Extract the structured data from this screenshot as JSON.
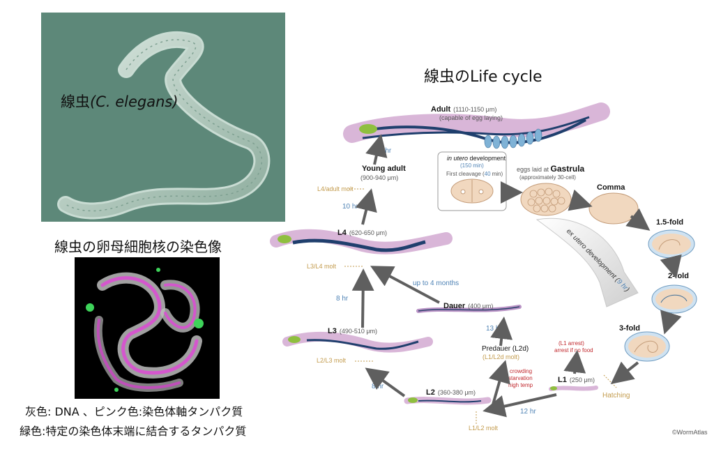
{
  "photo": {
    "caption_main": "線虫",
    "caption_italic": "(C. elegans)"
  },
  "stain": {
    "title": "線虫の卵母細胞核の染色像",
    "legend_line1": "灰色: DNA 、ピンク色:染色体軸タンパク質",
    "legend_line2": "緑色:特定の染色体末端に結合するタンパク質"
  },
  "lifecycle": {
    "title": "線虫のLife cycle",
    "credit": "©WormAtlas",
    "stages": {
      "adult": {
        "name": "Adult",
        "size": "(1110-1150 μm)",
        "note": "(capable of egg laying)"
      },
      "young_adult": {
        "name": "Young adult",
        "size": "(900-940 μm)"
      },
      "l4": {
        "name": "L4",
        "size": "(620-650 μm)"
      },
      "l3": {
        "name": "L3",
        "size": "(490-510 μm)"
      },
      "l2": {
        "name": "L2",
        "size": "(360-380 μm)"
      },
      "l1": {
        "name": "L1",
        "size": "(250 μm)"
      },
      "dauer": {
        "name": "Dauer",
        "size": "(400 μm)"
      },
      "predauer": {
        "name": "Predauer (L2d)",
        "note": "(L1/L2d molt)"
      }
    },
    "molts": {
      "l4_adult": "L4/adult molt",
      "l3_l4": "L3/L4 molt",
      "l2_l3": "L2/L3 molt",
      "l1_l2": "L1/L2 molt",
      "hatching": "Hatching"
    },
    "durations": {
      "ya_adult": "8 hr",
      "l4_ya": "10 hr",
      "l3_l4": "8 hr",
      "l2_l3": "8 hr",
      "l1_l2": "12 hr",
      "dauer_up": "up to 4 months",
      "predauer_dauer": "13 hr"
    },
    "conditions": {
      "l1_arrest": "(L1 arrest)",
      "l1_arrest_note": "arrest if no food",
      "crowding": "crowding",
      "starvation": "starvation",
      "high_temp": "high temp"
    },
    "embryo": {
      "in_utero_prefix": "in utero",
      "in_utero_suffix": " development",
      "in_utero_time": "(150 min)",
      "first_cleavage_prefix": "First cleavage (",
      "first_cleavage_time": "40",
      "first_cleavage_suffix": "min)",
      "gastrula_prefix": "eggs laid at ",
      "gastrula_word": "Gastrula",
      "gastrula_note": "(approximately 30-cell)",
      "comma": "Comma",
      "fold_15": "1.5-fold",
      "fold_2": "2-fold",
      "fold_3": "3-fold",
      "ex_utero_prefix": "ex utero development (",
      "ex_utero_time": "9 hr",
      "ex_utero_suffix": ")"
    },
    "colors": {
      "gray_arrow": "#5f5f5f",
      "blue_text": "#4f83b5",
      "molt_text": "#c29a4b",
      "red_text": "#c0262b",
      "worm_pink": "#d9b6d8",
      "worm_navy": "#1f3f6d",
      "worm_green": "#8fbf3f",
      "egg_fill": "#f1d8bf"
    }
  }
}
